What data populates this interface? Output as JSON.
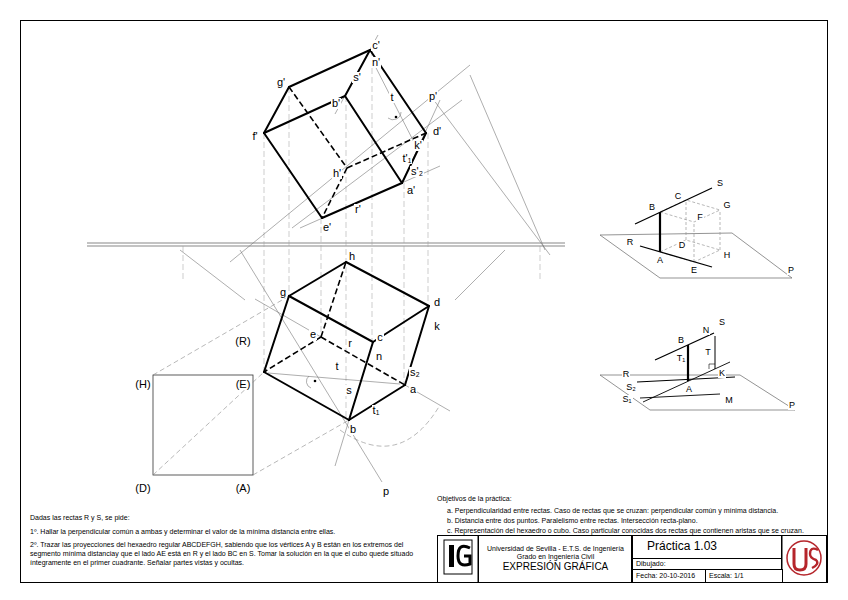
{
  "diagram": {
    "nodes": [
      {
        "text": [
          "Universidad de Sevilla - E.T.S. de Ingeniería",
          "Grado en Ingeniería Civil",
          "EXPRESIÓN GRÁFICA"
        ]
      },
      {
        "text": [
          "Práctica 1.03"
        ]
      },
      {
        "text": [
          "Dibujado:"
        ]
      },
      {
        "text": [
          "Fecha: 20-10-2016"
        ]
      },
      {
        "text": [
          "Escala: 1/1"
        ]
      }
    ],
    "labels": [
      "c'",
      "n'",
      "s'",
      "g'",
      "b'",
      "t",
      "p'",
      "d'",
      "f'",
      "k'",
      "t'₁",
      "h'",
      "s'₂",
      "a'",
      "r'",
      "e'",
      "h",
      "g",
      "d",
      "k",
      "(R)",
      "e",
      "r",
      "c",
      "n",
      "t",
      "s₂",
      "a",
      "s",
      "t₁",
      "b",
      "(H)",
      "(E)",
      "(D)",
      "(A)",
      "p",
      "S",
      "C",
      "B",
      "F",
      "G",
      "R",
      "D",
      "A",
      "E",
      "H",
      "P",
      "B",
      "N",
      "S",
      "T",
      "T₁",
      "R",
      "K",
      "S₂",
      "A",
      "S₁",
      "M",
      "P",
      "Dadas las rectas R y S, se pide:",
      "1º. Hallar la perpendicular común a ambas y determinar el valor de la mínima distancia entre ellas.",
      "2º. Trazar las proyecciones del hexaedro regular ABCDEFGH, sabiendo que los vértices A y B están en los extremos del segmento mínima distanciay que el lado AE está en R y el lado BC en S. Tomar la solución en la que el cubo quede situado íntegramente en el primer cuadrante. Señalar partes vistas y ocultas.",
      "Objetivos de la práctica:",
      "a. Perpendicularidad entre rectas. Caso de rectas que se cruzan: perpendicular común y mínima distancia.",
      "b. Distancia entre dos puntos. Paralelismo entre rectas. Intersección recta-plano.",
      "c. Representación del hexaedro o cubo. Caso particular conocidas dos rectas que contienen aristas que se cruzan."
    ]
  }
}
